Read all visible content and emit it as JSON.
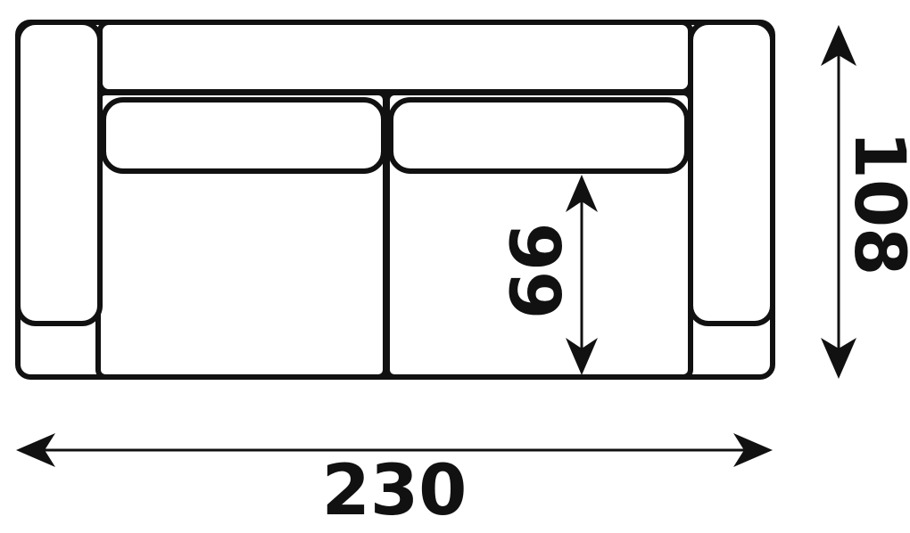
{
  "dimensions": {
    "width_label": "230",
    "depth_label": "108",
    "seat_depth_label": "66"
  },
  "colors": {
    "stroke": "#111111",
    "background": "#ffffff"
  }
}
